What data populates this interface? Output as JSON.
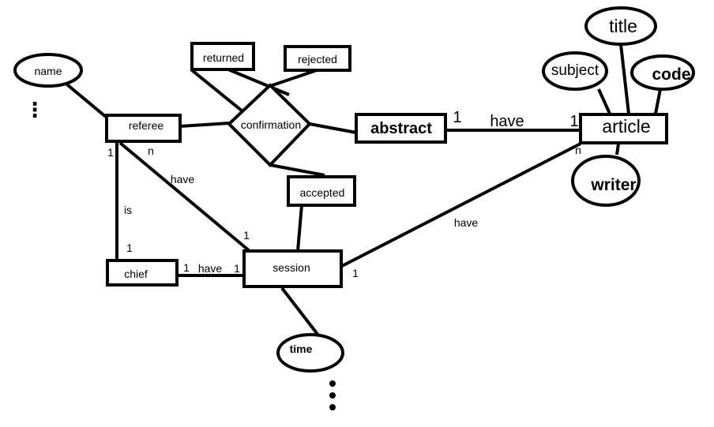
{
  "entities": {
    "referee": "referee",
    "chief": "chief",
    "session": "session",
    "abstract": "abstract",
    "article": "article",
    "returned": "returned",
    "rejected": "rejected",
    "accepted": "accepted"
  },
  "relationships": {
    "confirmation": "confirmation"
  },
  "attributes": {
    "name": "name",
    "time": "time",
    "title": "title",
    "subject": "subject",
    "code": "code",
    "writer": "writer"
  },
  "edge_labels": {
    "have_abstract_article": "have",
    "have_referee_session": "have",
    "is_referee_chief": "is",
    "have_chief_session": "have",
    "have_session_article": "have"
  },
  "cardinalities": {
    "abstract_side": "1",
    "article_side_abstract": "1",
    "article_side_session": "n",
    "referee_chief": "1",
    "referee_session": "n",
    "chief_referee": "1",
    "chief_session": "1",
    "session_chief": "1",
    "session_referee": "1",
    "session_article": "1"
  },
  "ellipsis": {
    "dots_vertical": "⋮"
  }
}
